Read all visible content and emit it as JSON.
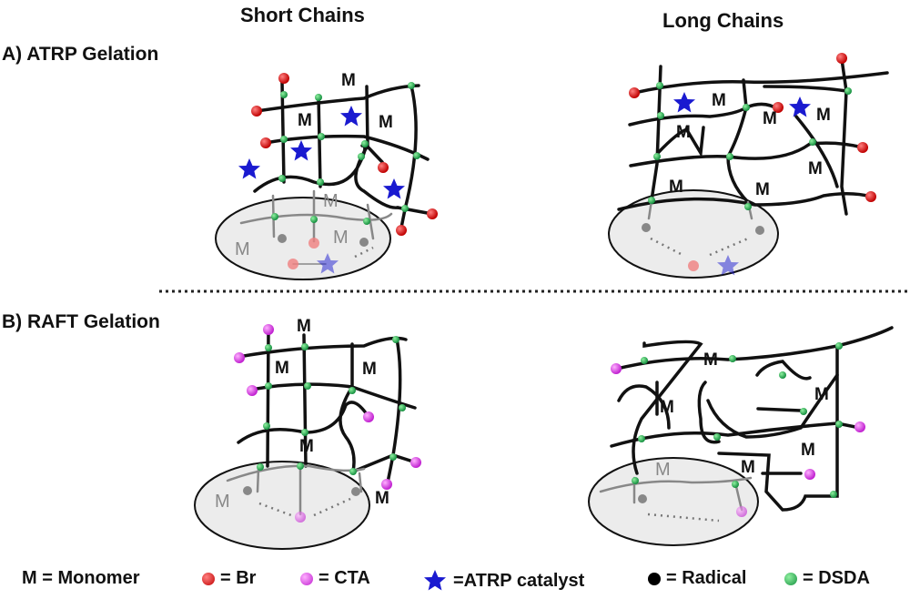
{
  "columns": {
    "short": "Short Chains",
    "long": "Long Chains"
  },
  "sections": {
    "a": "A) ATRP Gelation",
    "b": "B) RAFT Gelation"
  },
  "monomer_label": "M",
  "colors": {
    "br": "#e01010",
    "cta": "#e040e8",
    "catalyst": "#1a1ad0",
    "radical": "#000000",
    "dsda": "#22b24c",
    "chain": "#111111",
    "zoom_fill": "#ececec"
  },
  "legend": [
    {
      "symbol": "M",
      "text": "= Monomer"
    },
    {
      "symbol": "br-dot",
      "text": "= Br"
    },
    {
      "symbol": "cta-dot",
      "text": "= CTA"
    },
    {
      "symbol": "star",
      "text": "=ATRP catalyst"
    },
    {
      "symbol": "radical-dot",
      "text": "= Radical"
    },
    {
      "symbol": "dsda-dot",
      "text": "= DSDA"
    }
  ]
}
